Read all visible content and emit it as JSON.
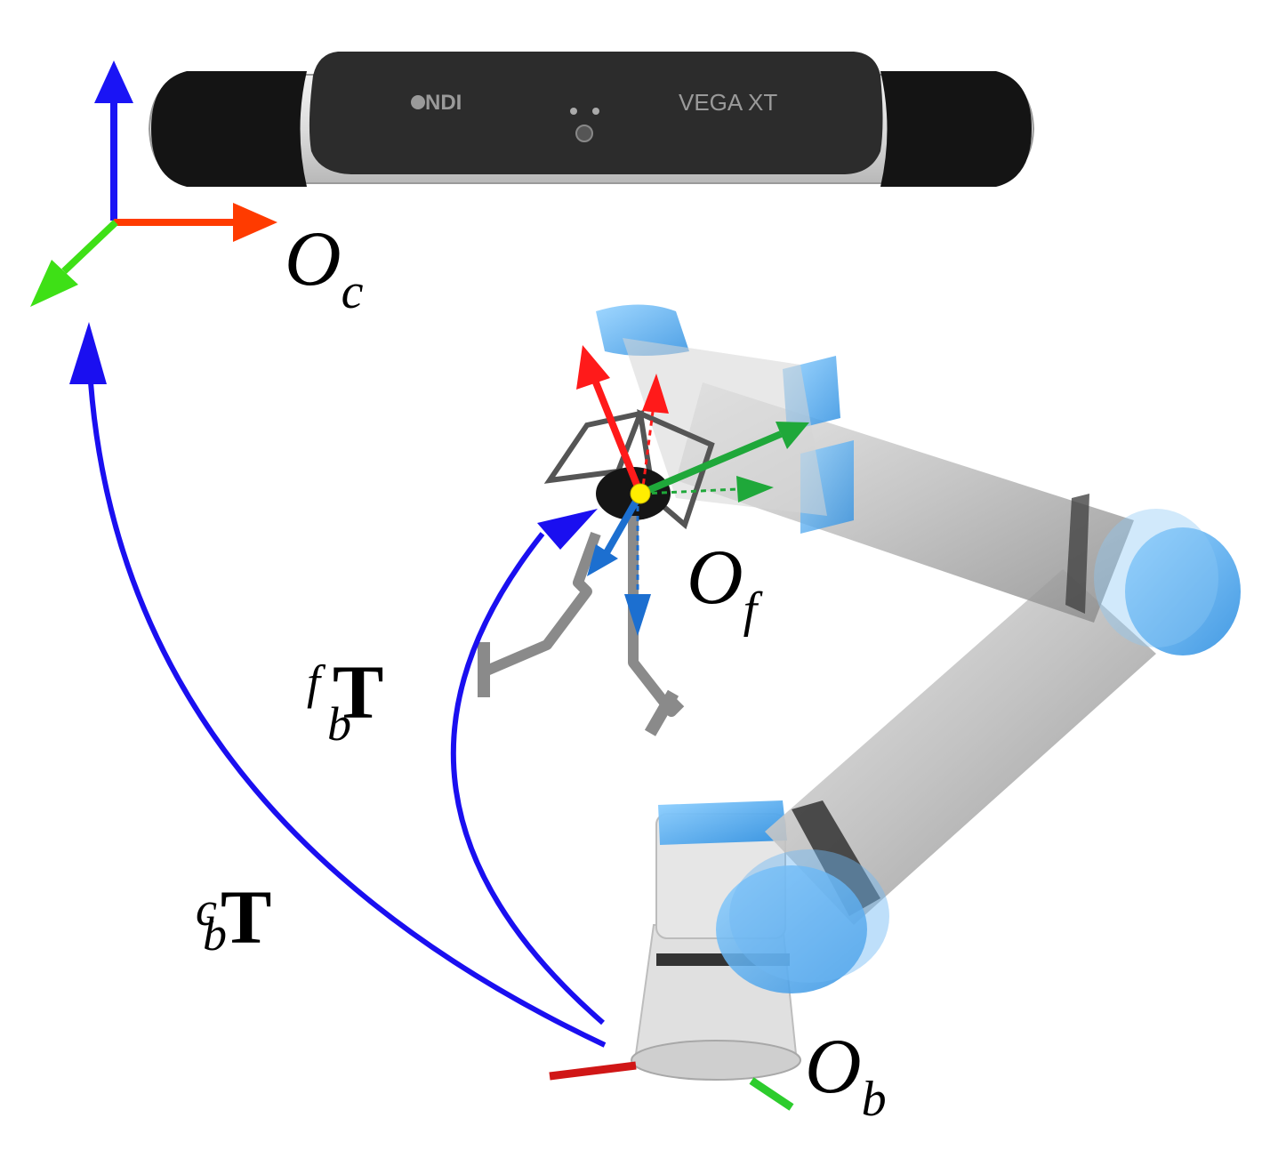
{
  "camera": {
    "brand": "NDI",
    "model": "VEGA XT"
  },
  "frames": {
    "camera": {
      "symbol": "O",
      "subscript": "c"
    },
    "flange": {
      "symbol": "O",
      "subscript": "f"
    },
    "base": {
      "symbol": "O",
      "subscript": "b"
    }
  },
  "transforms": {
    "base_to_camera": {
      "symbol": "T",
      "superscript": "c",
      "subscript": "b"
    },
    "base_to_flange": {
      "symbol": "T",
      "superscript": "f",
      "subscript": "b"
    }
  },
  "colors": {
    "x_axis": "#ff3b00",
    "y_axis": "#3ee016",
    "z_axis": "#1a14f5",
    "transform_arrow": "#1a0ff0",
    "robot_accent": "#4aa8f0",
    "robot_body": "#bdbdbd",
    "tool_center": "#ffee00"
  }
}
